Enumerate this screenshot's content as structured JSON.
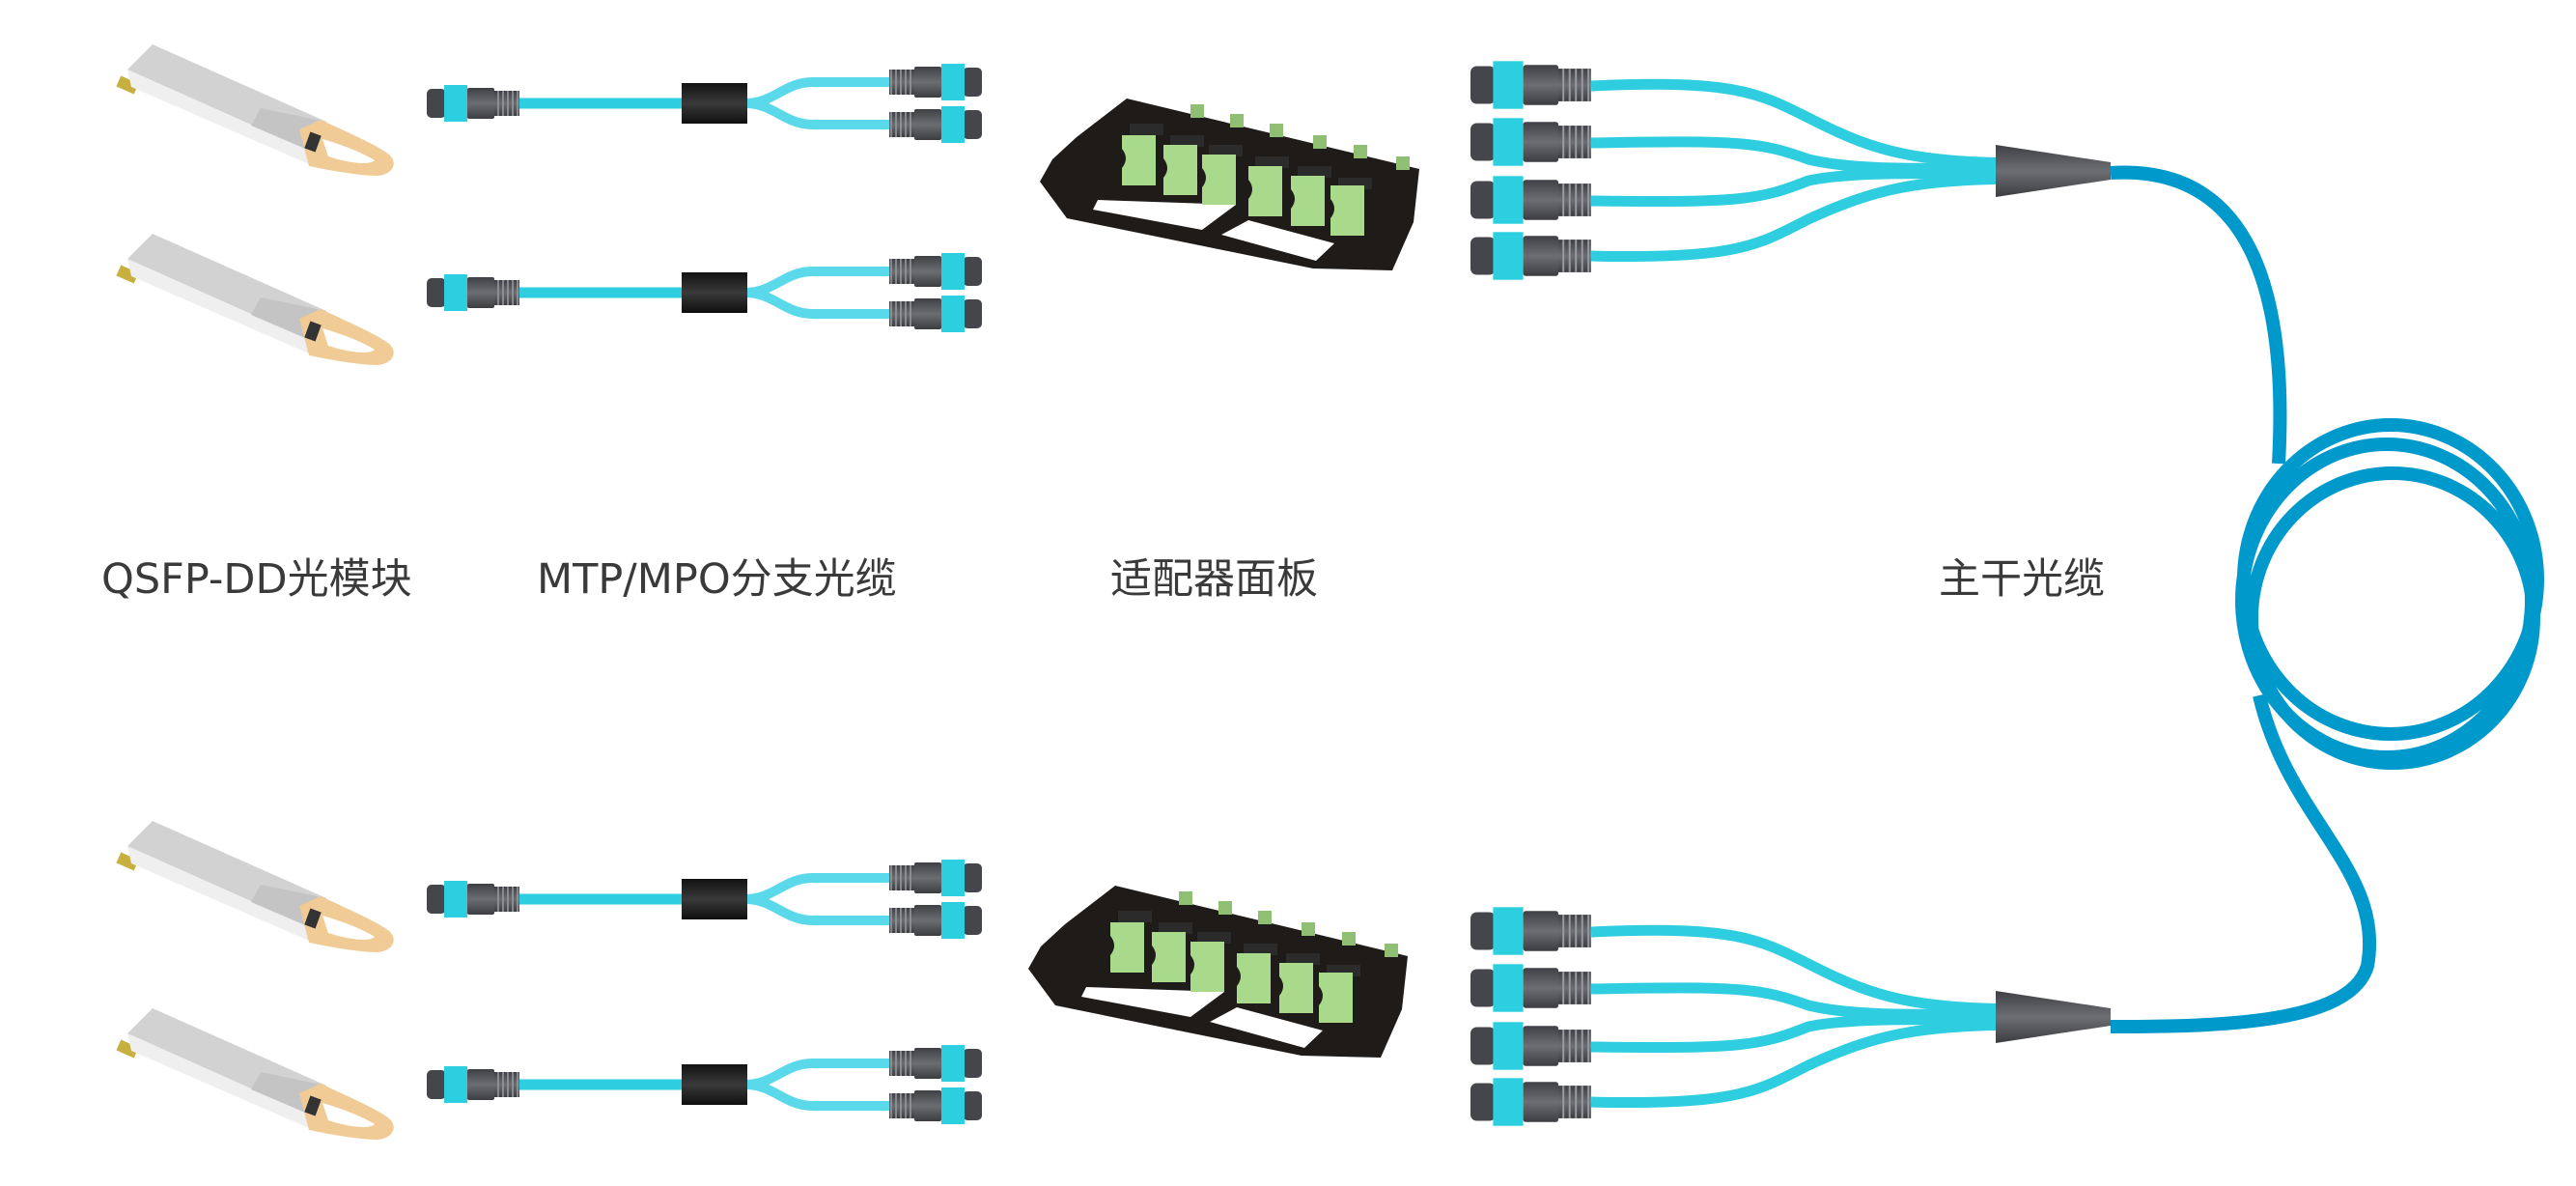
{
  "labels": {
    "module": "QSFP-DD光模块",
    "branch_cable": "MTP/MPO分支光缆",
    "adapter_panel": "适配器面板",
    "trunk_cable": "主干光缆"
  },
  "colors": {
    "fanout_cable": "#2ecde0",
    "trunk_cable": "#0099cc",
    "adapter": "#a9d98a",
    "pull_tab": "#f1cb96",
    "panel": "#1e1b19"
  }
}
